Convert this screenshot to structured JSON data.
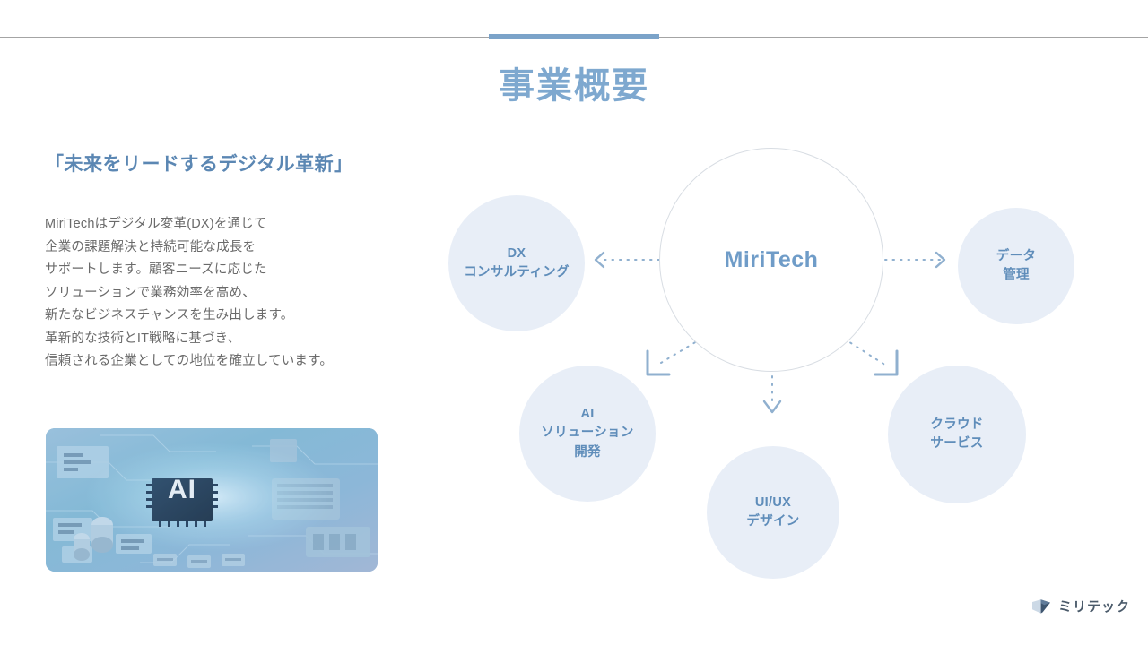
{
  "slide": {
    "title": "事業概要",
    "accent_color": "#7ba3c9",
    "title_color": "#7ea8cf"
  },
  "left": {
    "lead_heading": "「未来をリードするデジタル革新」",
    "body_lines": [
      "MiriTechはデジタル変革(DX)を通じて",
      "企業の課題解決と持続可能な成長を",
      "サポートします。顧客ニーズに応じた",
      "ソリューションで業務効率を高め、",
      "新たなビジネスチャンスを生み出します。",
      "革新的な技術とIT戦略に基づき、",
      "信頼される企業としての地位を確立しています。"
    ],
    "photo": {
      "caption_overlay": "AI",
      "description": "circuit-board-photo"
    }
  },
  "diagram": {
    "center": {
      "label": "MiriTech",
      "fill": "#ffffff",
      "border": "#d8dde3",
      "text_color": "#6f9cc8"
    },
    "node_fill": "#e8eef7",
    "node_text_color": "#5f8dba",
    "connector_color": "#8fb0d0",
    "nodes": [
      {
        "id": "dx",
        "lines": [
          "DX",
          "コンサルティング"
        ]
      },
      {
        "id": "data",
        "lines": [
          "データ",
          "管理"
        ]
      },
      {
        "id": "ai",
        "lines": [
          "AI",
          "ソリューション",
          "開発"
        ]
      },
      {
        "id": "uiux",
        "lines": [
          "UI/UX",
          "デザイン"
        ]
      },
      {
        "id": "cloud",
        "lines": [
          "クラウド",
          "サービス"
        ]
      }
    ]
  },
  "footer": {
    "logo_text": "ミリテック",
    "logo_icon": "folded-book-logo-icon"
  }
}
